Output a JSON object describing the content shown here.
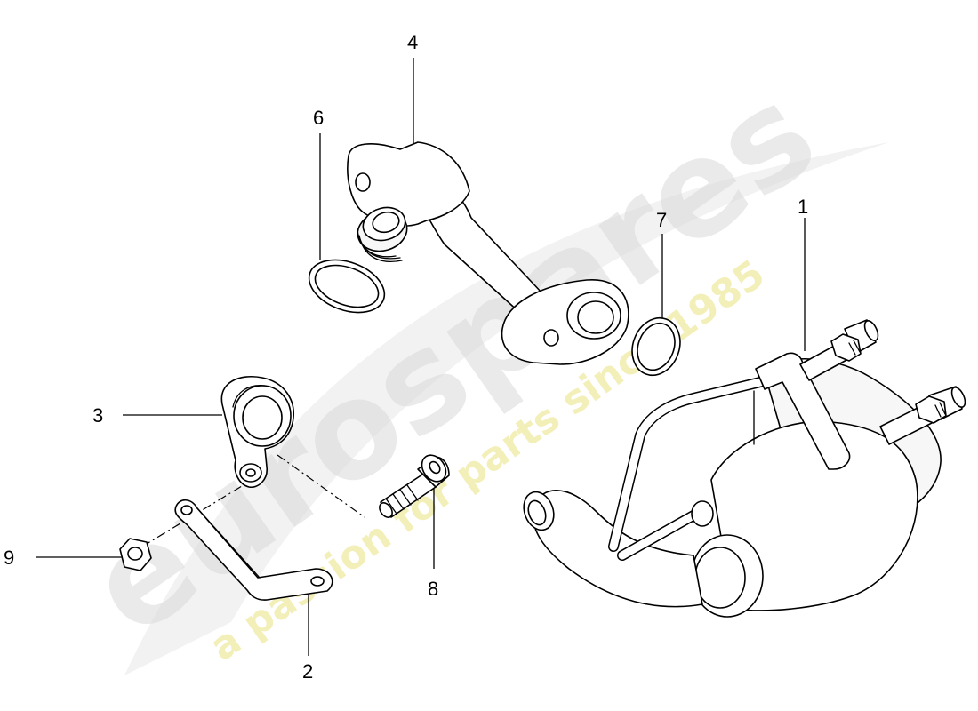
{
  "callouts": [
    {
      "id": "1",
      "label": "1"
    },
    {
      "id": "2",
      "label": "2"
    },
    {
      "id": "3",
      "label": "3"
    },
    {
      "id": "4",
      "label": "4"
    },
    {
      "id": "6",
      "label": "6"
    },
    {
      "id": "7",
      "label": "7"
    },
    {
      "id": "8",
      "label": "8"
    },
    {
      "id": "9",
      "label": "9"
    }
  ],
  "watermark": {
    "brand": "eurospares",
    "tagline": "a passion for parts since 1985",
    "brand_color": "#d6d6d6",
    "tagline_color": "#f3f0a8"
  }
}
